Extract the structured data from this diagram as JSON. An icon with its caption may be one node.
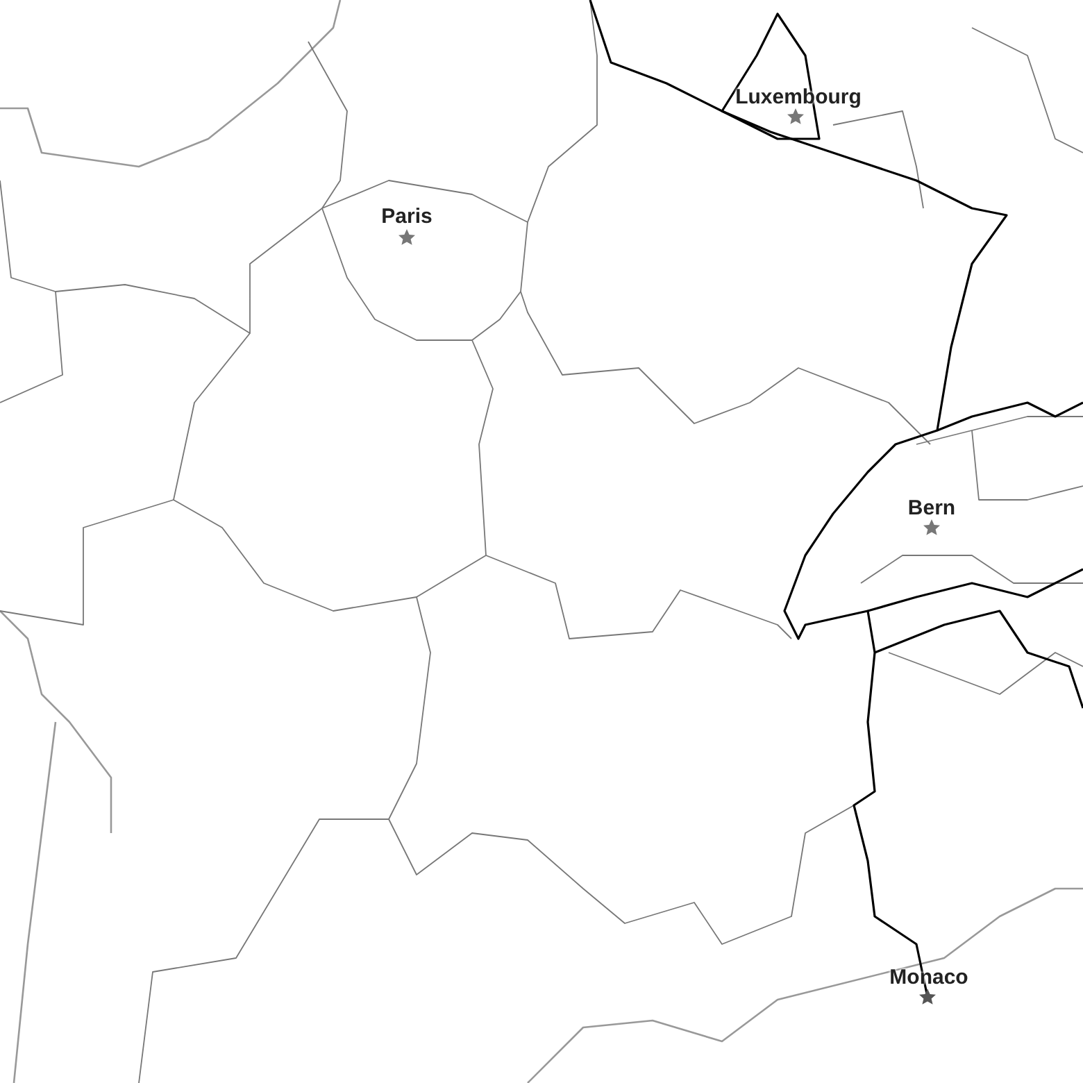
{
  "diagram": {
    "labels": [
      "Luxembourg",
      "Paris",
      "Bern",
      "Monaco"
    ]
  }
}
